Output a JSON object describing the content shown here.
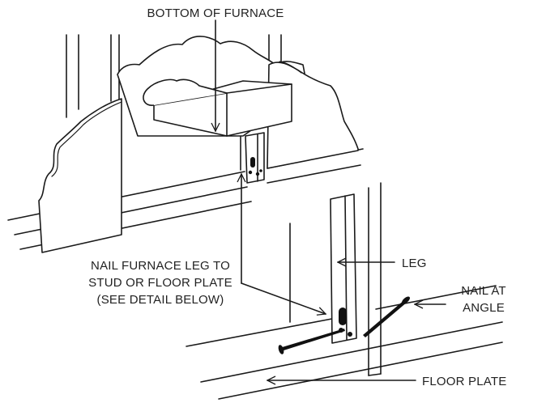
{
  "labels": {
    "bottom_of_furnace": "BOTTOM OF FURNACE",
    "nail_instruction_1": "NAIL FURNACE LEG TO",
    "nail_instruction_2": "STUD OR FLOOR PLATE",
    "nail_instruction_3": "(SEE DETAIL BELOW)",
    "leg": "LEG",
    "nail_at_1": "NAIL AT",
    "nail_at_2": "ANGLE",
    "floor_plate": "FLOOR PLATE"
  }
}
